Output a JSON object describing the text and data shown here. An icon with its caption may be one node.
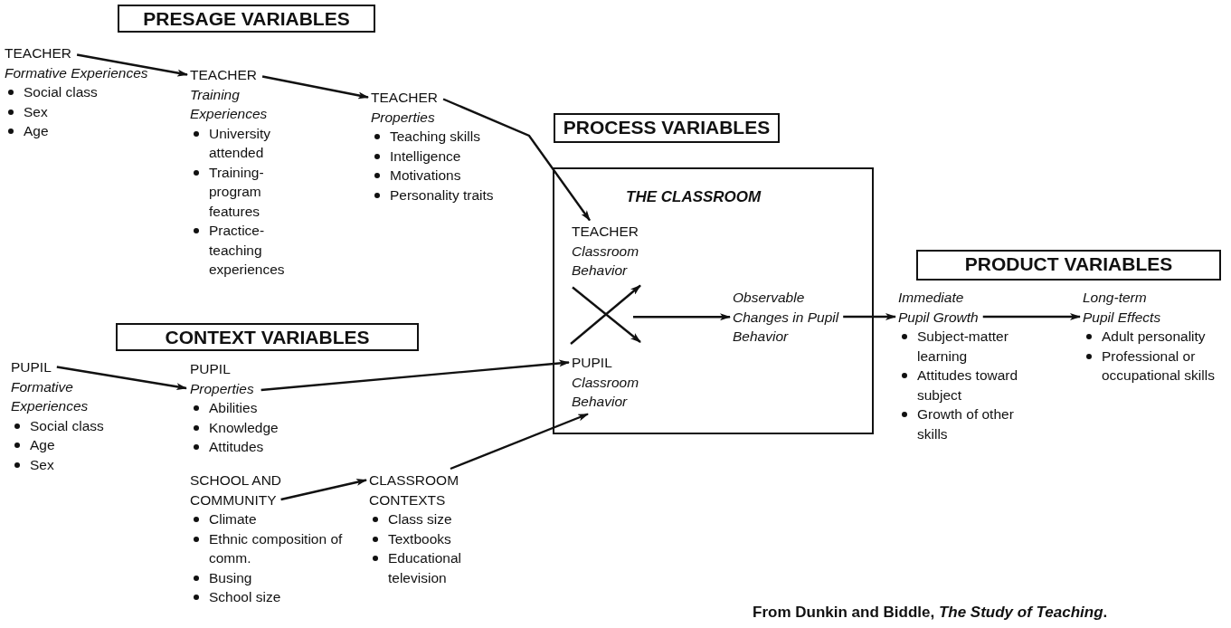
{
  "diagram": {
    "caption": "From Dunkin and Biddle, *The Study of Teaching*.",
    "nodes": [
      {
        "text": [
          "PRESAGE VARIABLES"
        ]
      },
      {
        "text": [
          "TEACHER",
          "Formative Experiences",
          "Social class",
          "Sex",
          "Age"
        ]
      },
      {
        "text": [
          "TEACHER",
          "Training Experiences",
          "University attended",
          "Training-program features",
          "Practice-teaching experiences"
        ]
      },
      {
        "text": [
          "TEACHER",
          "Properties",
          "Teaching skills",
          "Intelligence",
          "Motivations",
          "Personality traits"
        ]
      },
      {
        "text": [
          "PROCESS VARIABLES"
        ]
      },
      {
        "text": [
          "THE CLASSROOM"
        ]
      },
      {
        "text": [
          "TEACHER",
          "Classroom Behavior"
        ],
        "in": 5
      },
      {
        "text": [
          "PUPIL",
          "Classroom Behavior"
        ],
        "in": 5
      },
      {
        "text": [
          "Observable Changes in Pupil Behavior"
        ],
        "in": 5
      },
      {
        "text": [
          "CONTEXT VARIABLES"
        ]
      },
      {
        "text": [
          "PUPIL",
          "Formative Experiences",
          "Social class",
          "Age",
          "Sex"
        ]
      },
      {
        "text": [
          "PUPIL",
          "Properties",
          "Abilities",
          "Knowledge",
          "Attitudes"
        ]
      },
      {
        "text": [
          "SCHOOL AND COMMUNITY",
          "Climate",
          "Ethnic composition of comm.",
          "Busing",
          "School size"
        ]
      },
      {
        "text": [
          "CLASSROOM CONTEXTS",
          "Class size",
          "Textbooks",
          "Educational television"
        ]
      },
      {
        "text": [
          "PRODUCT VARIABLES"
        ]
      },
      {
        "text": [
          "Immediate Pupil Growth",
          "Subject-matter learning",
          "Attitudes toward subject",
          "Growth of other skills"
        ]
      },
      {
        "text": [
          "Long-term Pupil Effects",
          "Adult personality",
          "Professional or occupational skills"
        ]
      }
    ],
    "edges": [
      {
        "from": 1,
        "to": 2,
        "arrow": "to"
      },
      {
        "from": 2,
        "to": 3,
        "arrow": "to"
      },
      {
        "from": 3,
        "to": 6,
        "arrow": "to"
      },
      {
        "from": 6,
        "to": 7,
        "arrow": "to"
      },
      {
        "from": 7,
        "to": 6,
        "arrow": "to"
      },
      {
        "from": null,
        "to": 8,
        "arrow": "to"
      },
      {
        "from": 8,
        "to": 15,
        "arrow": "to"
      },
      {
        "from": 15,
        "to": 16,
        "arrow": "to"
      },
      {
        "from": 10,
        "to": 11,
        "arrow": "to"
      },
      {
        "from": 11,
        "to": 7,
        "arrow": "to"
      },
      {
        "from": 12,
        "to": 13,
        "arrow": "to"
      },
      {
        "from": 13,
        "to": 7,
        "arrow": "to"
      }
    ]
  }
}
